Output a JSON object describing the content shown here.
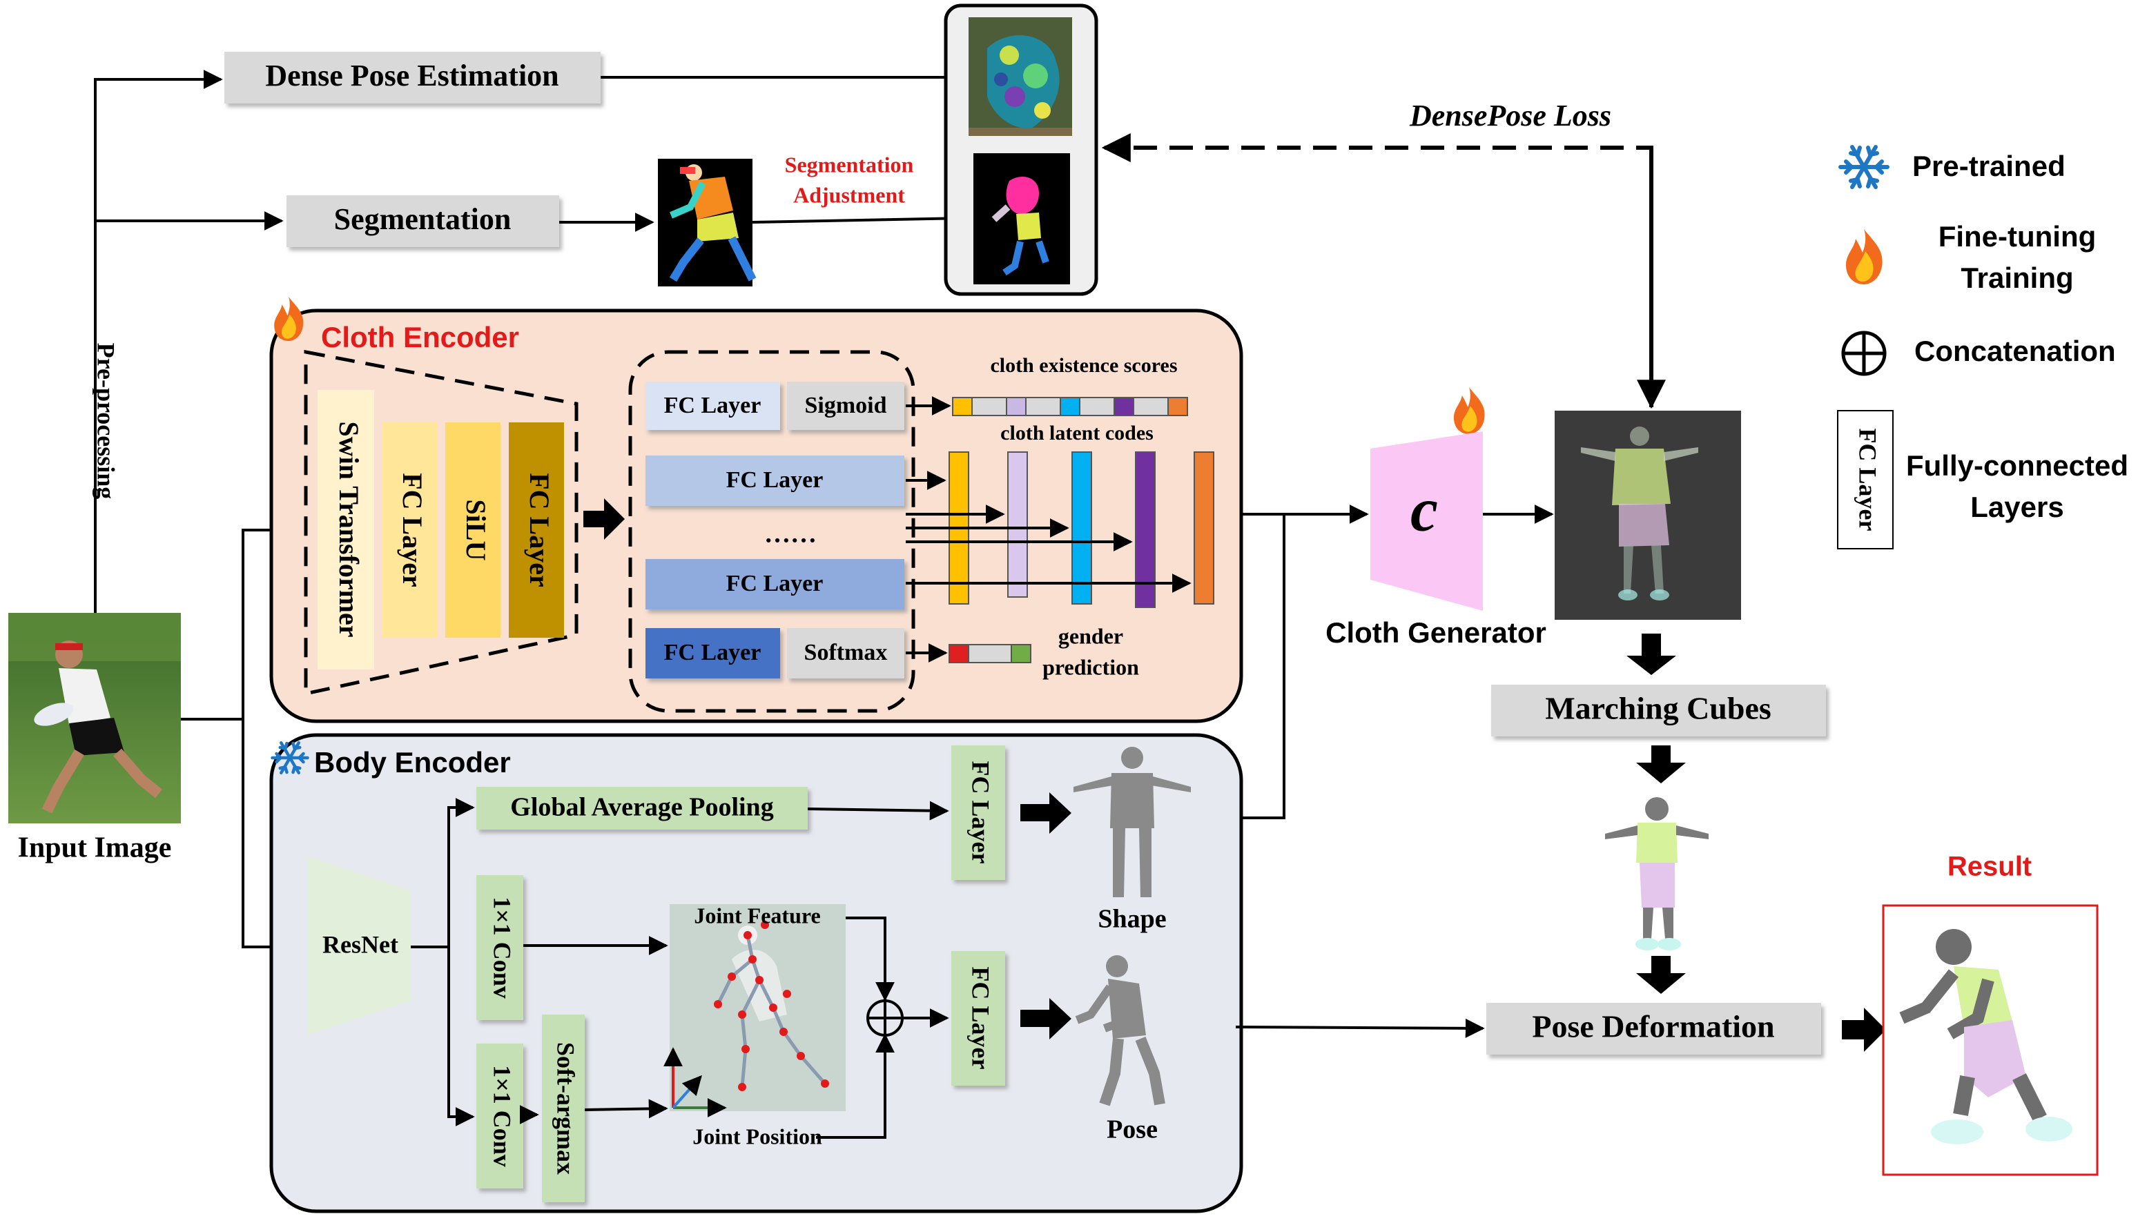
{
  "preprocess": {
    "dense_pose_estimation": "Dense Pose Estimation",
    "segmentation": "Segmentation",
    "segmentation_adjustment_line1": "Segmentation",
    "segmentation_adjustment_line2": "Adjustment",
    "pre_processing": "Pre-processing",
    "densepose_loss": "DensePose Loss"
  },
  "input": {
    "label": "Input Image"
  },
  "cloth_encoder": {
    "title": "Cloth Encoder",
    "blocks": [
      "Swin Transformer",
      "FC Layer",
      "SiLU",
      "FC Layer"
    ],
    "fc_layer": "FC Layer",
    "sigmoid": "Sigmoid",
    "softmax": "Softmax",
    "ellipsis": "……",
    "existence_scores": "cloth existence scores",
    "latent_codes": "cloth latent codes",
    "gender_line1": "gender",
    "gender_line2": "prediction"
  },
  "body_encoder": {
    "title": "Body Encoder",
    "resnet": "ResNet",
    "gap": "Global Average Pooling",
    "conv": "1×1 Conv",
    "soft_argmax": "Soft-argmax",
    "joint_feature": "Joint Feature",
    "joint_position": "Joint Position",
    "fc_layer": "FC Layer",
    "shape": "Shape",
    "pose": "Pose"
  },
  "generator": {
    "symbol": "c",
    "label": "Cloth Generator"
  },
  "marching_cubes": "Marching Cubes",
  "pose_deformation": "Pose Deformation",
  "result": "Result",
  "legend": {
    "pretrained": "Pre-trained",
    "finetune_line1": "Fine-tuning",
    "finetune_line2": "Training",
    "concatenation": "Concatenation",
    "fc_box": "FC Layer",
    "fc_line1": "Fully-connected",
    "fc_line2": "Layers"
  },
  "colors": {
    "cloth_bg": "#f9e0d1",
    "body_bg": "#e6e9f0",
    "red_text": "#e21a1a",
    "gray_box": "#d9d9d9",
    "green_box": "#c5e0b4",
    "pink_gen": "#fbc8f5",
    "snow_blue": "#1e77c5",
    "fire_orange": "#f26a1b"
  }
}
